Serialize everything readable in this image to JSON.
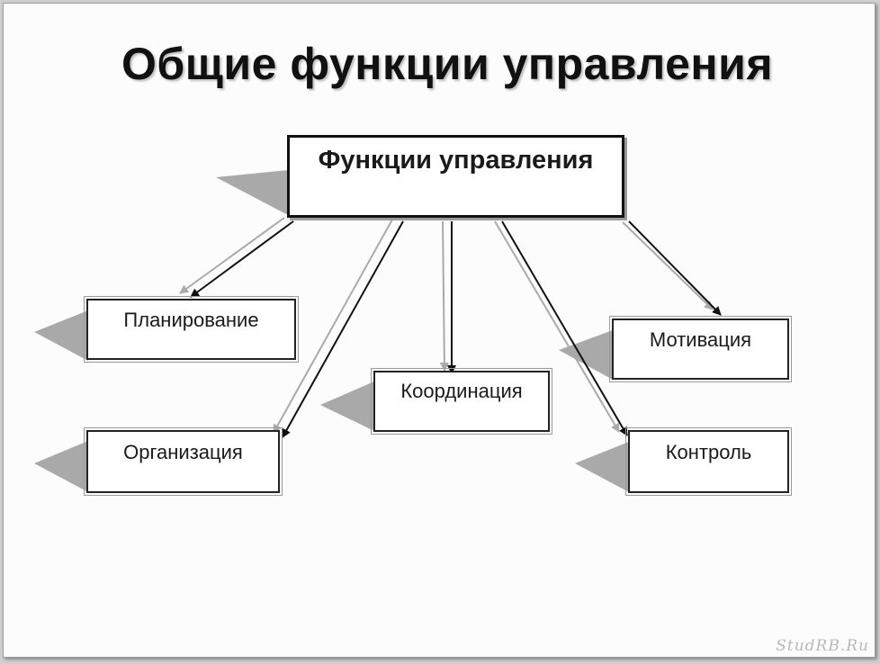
{
  "title": "Общие функции управления",
  "diagram": {
    "root": "Функции управления",
    "functions": {
      "planning": "Планирование",
      "organization": "Организация",
      "coordination": "Координация",
      "motivation": "Мотивация",
      "control": "Контроль"
    }
  },
  "watermark": "StudRB.Ru"
}
